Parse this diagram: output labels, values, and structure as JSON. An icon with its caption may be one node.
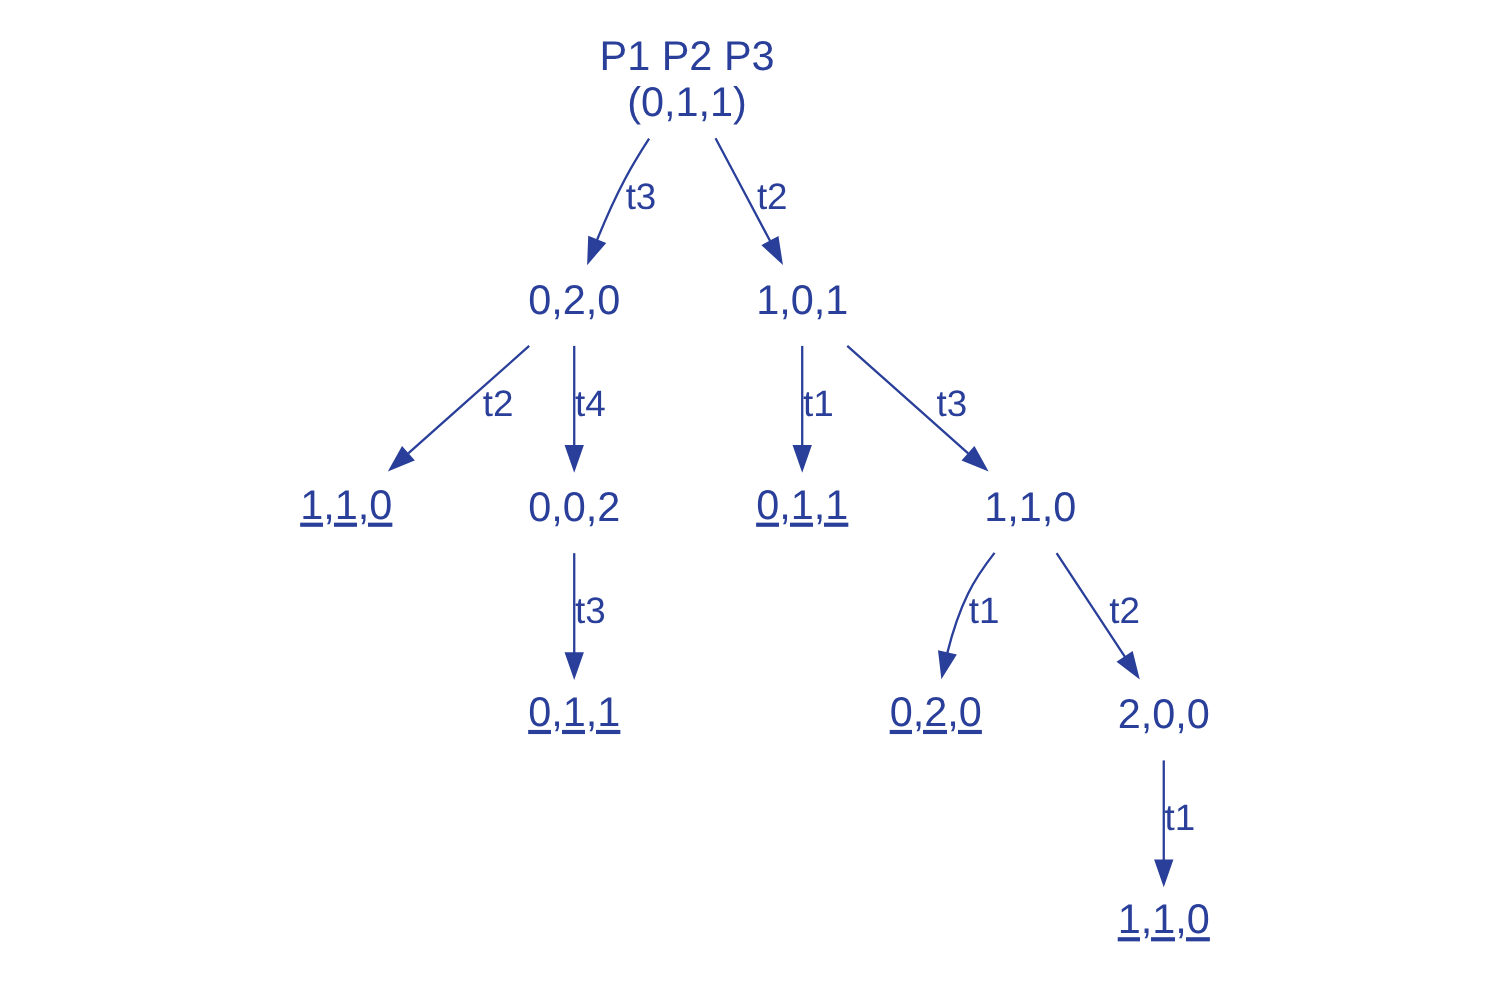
{
  "diagram": {
    "nodes": [
      {
        "text": [
          "P1 P2 P3",
          "(0,1,1)"
        ]
      },
      {
        "text": [
          "0,2,0"
        ]
      },
      {
        "text": [
          "1,0,1"
        ]
      },
      {
        "text": [
          "1,1,0"
        ]
      },
      {
        "text": [
          "0,0,2"
        ]
      },
      {
        "text": [
          "0,1,1"
        ]
      },
      {
        "text": [
          "0,1,1"
        ]
      },
      {
        "text": [
          "1,1,0"
        ]
      },
      {
        "text": [
          "0,2,0"
        ]
      },
      {
        "text": [
          "2,0,0"
        ]
      },
      {
        "text": [
          "1,1,0"
        ]
      }
    ],
    "edges": [
      {
        "from": 0,
        "to": 1,
        "arrow": "to",
        "label": "t3"
      },
      {
        "from": 0,
        "to": 2,
        "arrow": "to",
        "label": "t2"
      },
      {
        "from": 1,
        "to": 3,
        "arrow": "to",
        "label": "t2"
      },
      {
        "from": 1,
        "to": 4,
        "arrow": "to",
        "label": "t4"
      },
      {
        "from": 4,
        "to": 5,
        "arrow": "to",
        "label": "t3"
      },
      {
        "from": 2,
        "to": 6,
        "arrow": "to",
        "label": "t1"
      },
      {
        "from": 2,
        "to": 7,
        "arrow": "to",
        "label": "t3"
      },
      {
        "from": 7,
        "to": 8,
        "arrow": "to",
        "label": "t1"
      },
      {
        "from": 7,
        "to": 9,
        "arrow": "to",
        "label": "t2"
      },
      {
        "from": 9,
        "to": 10,
        "arrow": "to",
        "label": "t1"
      }
    ]
  }
}
